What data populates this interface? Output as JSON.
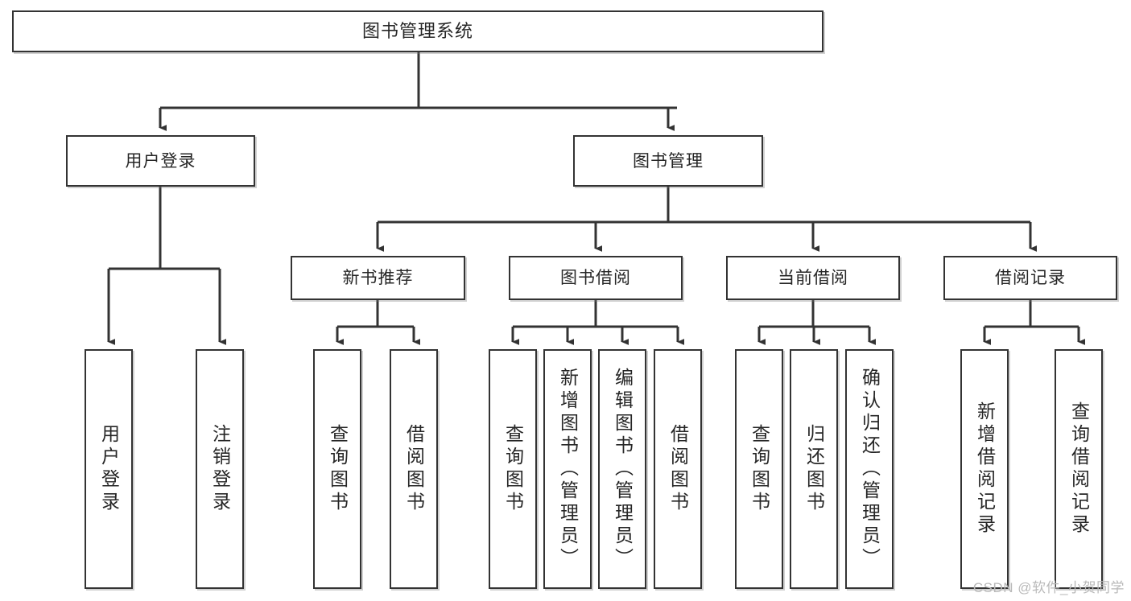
{
  "diagram": {
    "title": "图书管理系统",
    "type": "tree",
    "watermark": "CSDN @软件_小贺同学",
    "colors": {
      "box_border": "#333333",
      "box_fill": "#ffffff",
      "connector": "#333333",
      "text": "#262626",
      "watermark": "#b9b9b9"
    },
    "root": {
      "label": "图书管理系统"
    },
    "level2": [
      {
        "label": "用户登录"
      },
      {
        "label": "图书管理"
      }
    ],
    "level3": [
      {
        "label": "新书推荐"
      },
      {
        "label": "图书借阅"
      },
      {
        "label": "当前借阅"
      },
      {
        "label": "借阅记录"
      }
    ],
    "leaves": {
      "user_login": [
        {
          "label": "用户登录"
        },
        {
          "label": "注销登录"
        }
      ],
      "new_book": [
        {
          "label": "查询图书"
        },
        {
          "label": "借阅图书"
        }
      ],
      "book_borrow": [
        {
          "label": "查询图书"
        },
        {
          "label": "新增图书（管理员）"
        },
        {
          "label": "编辑图书（管理员）"
        },
        {
          "label": "借阅图书"
        }
      ],
      "current_borrow": [
        {
          "label": "查询图书"
        },
        {
          "label": "归还图书"
        },
        {
          "label": "确认归还（管理员）"
        }
      ],
      "borrow_record": [
        {
          "label": "新增借阅记录"
        },
        {
          "label": "查询借阅记录"
        }
      ]
    }
  }
}
